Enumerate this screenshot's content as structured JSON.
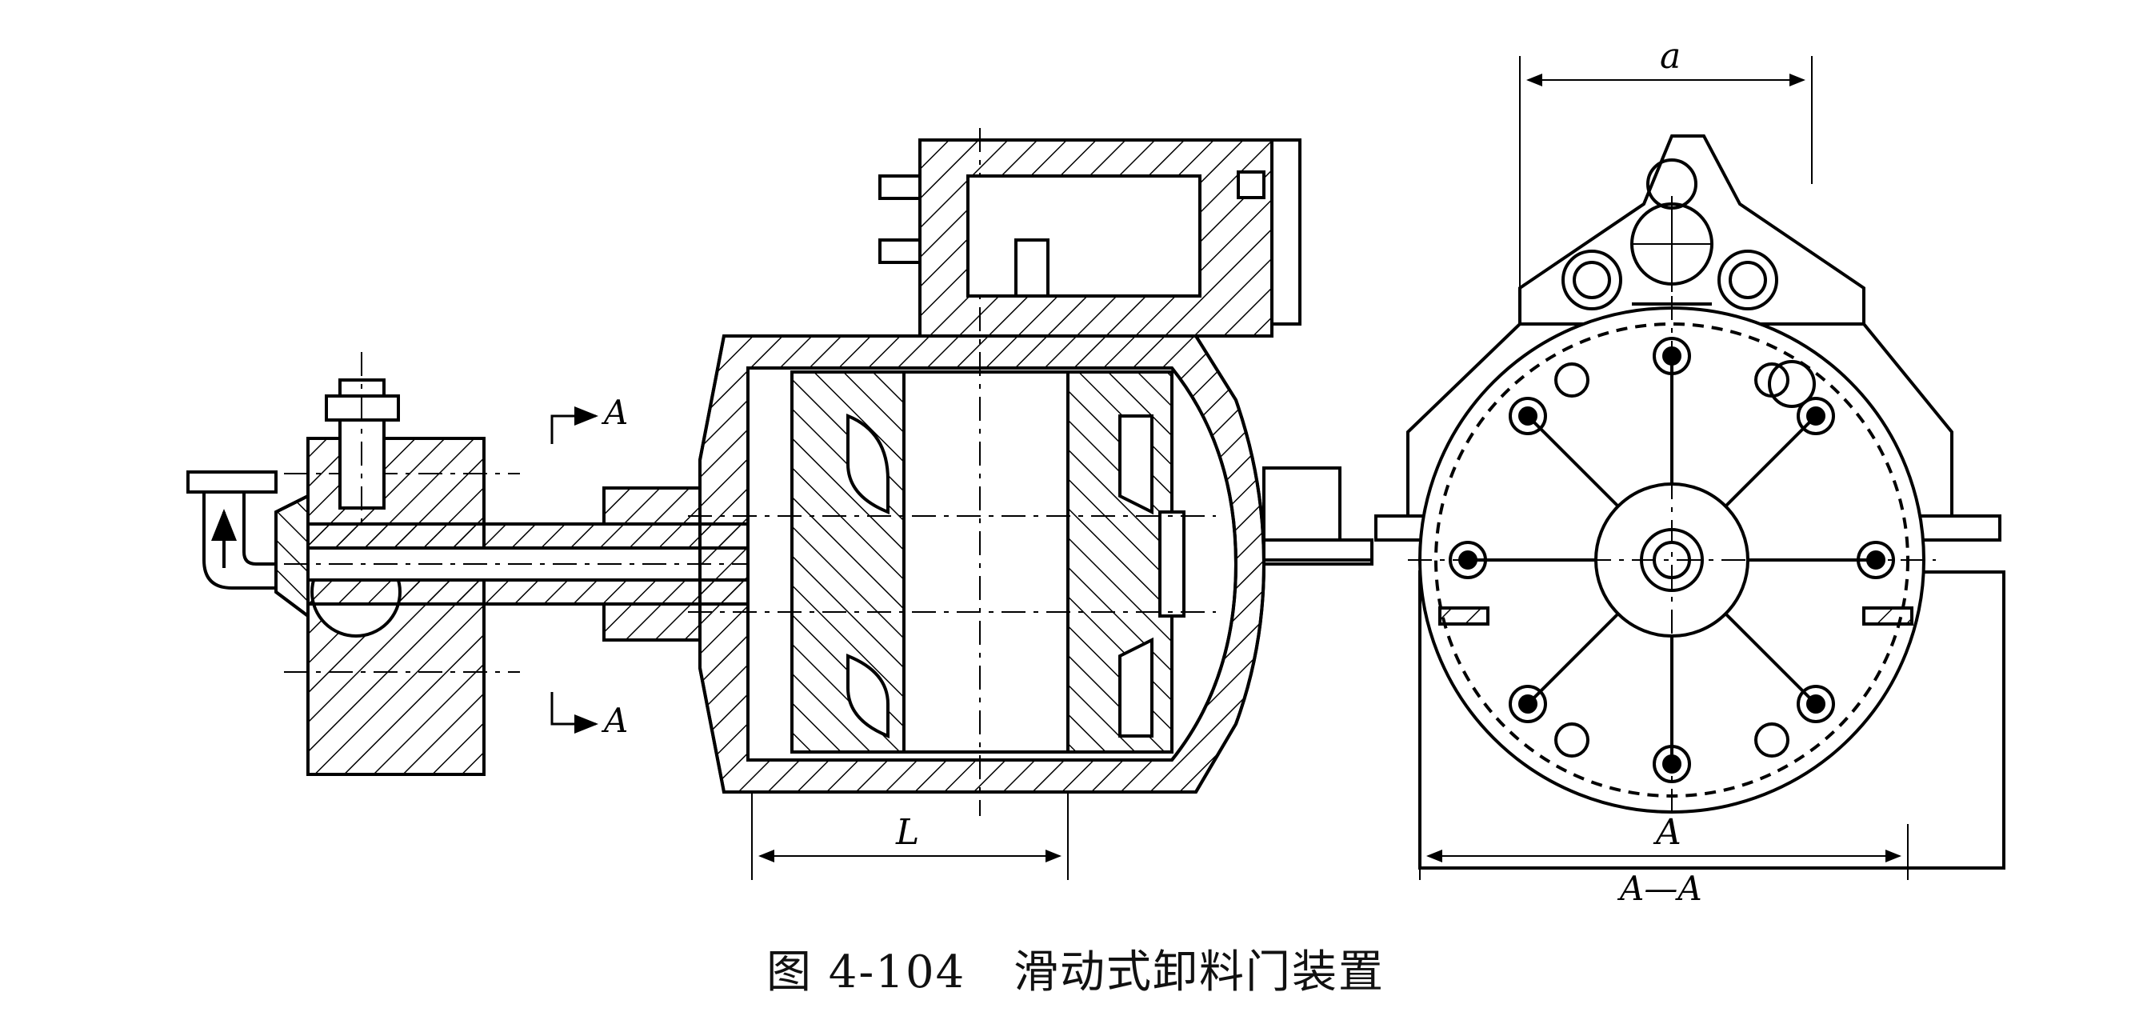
{
  "figure": {
    "caption_number": "图 4-104",
    "caption_title": "滑动式卸料门装置"
  },
  "labels": {
    "section_arrow_top": "A",
    "section_arrow_bottom": "A",
    "dim_L": "L",
    "dim_a": "a",
    "dim_A": "A",
    "view_label": "A—A"
  }
}
